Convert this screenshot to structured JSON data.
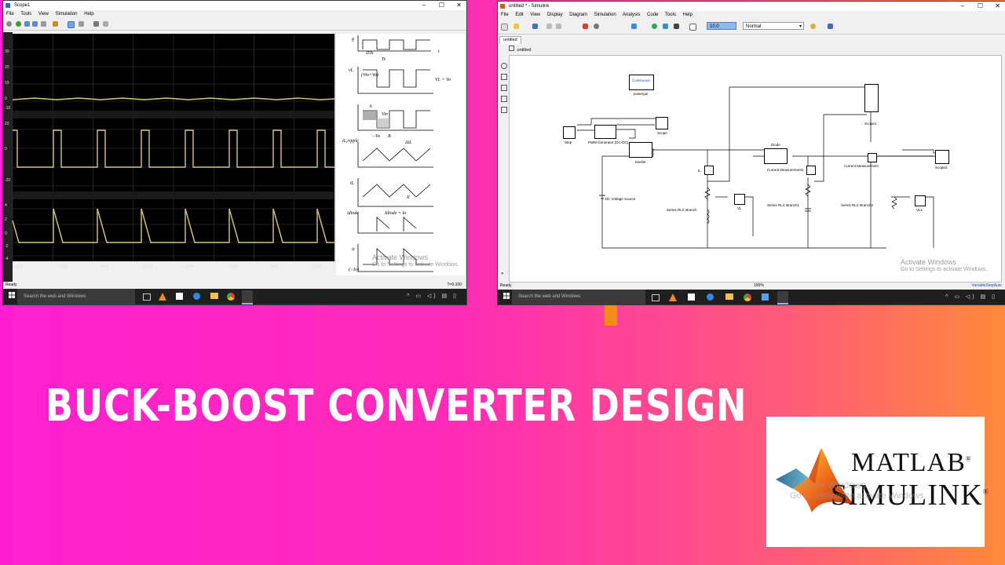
{
  "headline": "BUCK-BOOST CONVERTER DESIGN",
  "colors": {
    "background_left": "#ff1fd0",
    "background_right": "#ff8a3a",
    "scope_bg": "#000000",
    "scope_trace": "#d8c872",
    "headline": "#ffffff"
  },
  "scope_window": {
    "title": "Scope1",
    "menu": [
      "File",
      "Tools",
      "View",
      "Simulation",
      "Help"
    ],
    "status_left": "Ready",
    "status_right": "T=0.100",
    "x_ticks": [
      "4.92",
      "4.925",
      "4.93",
      "4.935",
      "4.94",
      "4.945",
      "4.95",
      "4.955"
    ],
    "panel1_y_ticks": [
      "30",
      "20",
      "10",
      "0",
      "-10"
    ],
    "panel2_y_ticks": [
      "20",
      "0",
      "-20"
    ],
    "panel3_y_ticks": [
      "4",
      "2",
      "0",
      "-2",
      "-4"
    ],
    "theory_figure": {
      "labels": [
        "g",
        "DTs",
        "Ts",
        "vL",
        "(Vin+Vo)",
        "VL = Vo",
        "A",
        "Vin",
        "−Vo",
        "B",
        "iL,ripple",
        "ΔiL",
        "iL",
        "Il",
        "idiode",
        "Idiode = Io",
        "ic",
        "(−Io)",
        "t"
      ]
    },
    "watermark": {
      "line1": "Activate Windows",
      "line2": "Go to Settings to activate Windows."
    },
    "taskbar_search": "Search the web and Windows"
  },
  "simulink_window": {
    "title": "untitled * - Simulink",
    "menu": [
      "File",
      "Edit",
      "View",
      "Display",
      "Diagram",
      "Simulation",
      "Analysis",
      "Code",
      "Tools",
      "Help"
    ],
    "sim_mode": "Normal",
    "stop_time": "10.0",
    "tab": "untitled",
    "breadcrumb": "untitled",
    "blocks": {
      "powergui": "powergui",
      "powergui_mode": "Continuous",
      "step": "Step",
      "pwm": "PWM Generator (DC-DC)",
      "scope": "Scope",
      "scope1": "Scope1",
      "scope2": "Scope2",
      "mosfet": "Mosfet",
      "diode": "Diode",
      "il": "IL",
      "current_meas1": "Current Measurement1",
      "current_meas": "Current Measurement",
      "dc_source": "DC Voltage Source",
      "rlc": "Series RLC Branch",
      "rlc1": "Series RLC Branch1",
      "rlc2": "Series RLC Branch2",
      "vl": "VL",
      "vl1": "VL1"
    },
    "status_left": "Ready",
    "status_center": "100%",
    "status_right": "VariableStepAuto",
    "watermark": {
      "line1": "Activate Windows",
      "line2": "Go to Settings to activate Windows."
    },
    "taskbar_search": "Search the web and Windows"
  },
  "logo": {
    "matlab": "MATLAB",
    "simulink": "SIMULINK",
    "reg": "®",
    "watermark_line1": "Activate Windows",
    "watermark_line2": "Go to Settings to activate Windows."
  }
}
